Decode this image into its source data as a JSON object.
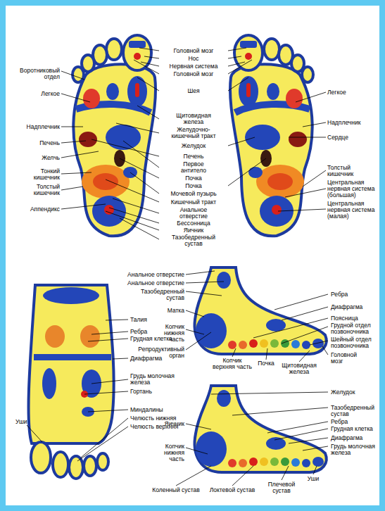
{
  "diagram": {
    "labels": [
      "Воротниковый отдел",
      "Легкое",
      "Надплечник",
      "Печень",
      "Желчь",
      "Тонкий кишечник",
      "Толстый кишечник",
      "Аппендикс",
      "Головной мозг",
      "Нос",
      "Нервная система",
      "Головной мозг",
      "Шея",
      "Щитовидная железа",
      "Желудочно-кишечный тракт",
      "Желудок",
      "Печень",
      "Первое антитело",
      "Почка",
      "Почка",
      "Мочевой пузырь",
      "Кишечный тракт",
      "Анальное отверстие",
      "Бессонница",
      "Яичник",
      "Тазобедренный сустав",
      "Легкое",
      "Надплечник",
      "Сердце",
      "Толстый кишечник",
      "Центральная нервная система (большая)",
      "Центральная нервная система (малая)",
      "Талия",
      "Ребра",
      "Грудная клетка",
      "Диафрагма",
      "Грудь молочная железа",
      "Гортань",
      "Миндалины",
      "Челюсть нижняя",
      "Челюсть верхняя",
      "Уши",
      "Анальное отверстие",
      "Анальное отверстие",
      "Тазобедренный сустав",
      "Матка",
      "Копчик нижняя часть",
      "Репродуктивный орган",
      "Копчик верхняя часть",
      "Почка",
      "Щитовидная железа",
      "Ребра",
      "Диафрагма",
      "Поясница",
      "Грудной отдел позвоночника",
      "Шейный отдел позвоночника",
      "Головной мозг",
      "Желудок",
      "Тазобедренный сустав",
      "Ребра",
      "Грудная клетка",
      "Диафрагма",
      "Грудь молочная железа",
      "Яичник",
      "Копчик нижняя часть",
      "Коленный сустав",
      "Локтевой сустав",
      "Плечевой сустав",
      "Уши"
    ]
  }
}
